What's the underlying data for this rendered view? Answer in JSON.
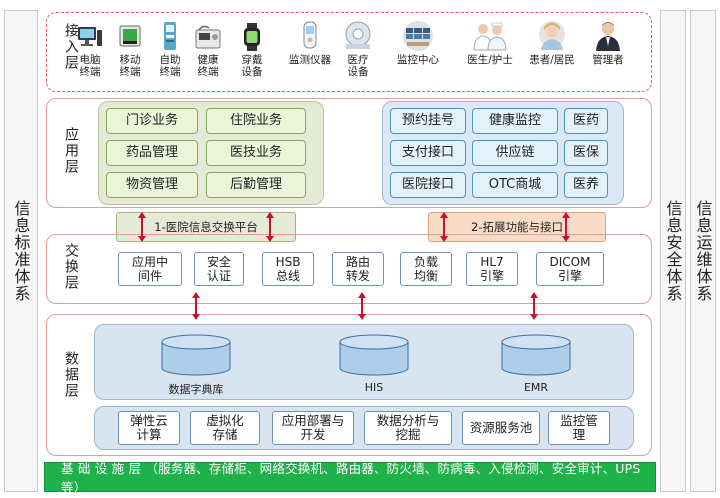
{
  "side_columns": {
    "left": "信息标准体系",
    "right_security": "信息安全体系",
    "right_ops": "信息运维体系"
  },
  "access_layer": {
    "title": "接入层",
    "terminals": [
      {
        "label": "电脑\n终端",
        "icon": "desktop-computer-icon"
      },
      {
        "label": "移动\n终端",
        "icon": "mobile-terminal-icon"
      },
      {
        "label": "自助\n终端",
        "icon": "kiosk-icon"
      },
      {
        "label": "健康\n终端",
        "icon": "health-device-icon"
      },
      {
        "label": "穿戴\n设备",
        "icon": "smartwatch-icon"
      },
      {
        "label": "监测仪器",
        "icon": "monitor-instrument-icon"
      },
      {
        "label": "医疗\n设备",
        "icon": "medical-scanner-icon"
      },
      {
        "label": "监控中心",
        "icon": "control-center-icon"
      },
      {
        "label": "医生/护士",
        "icon": "doctor-nurse-icon"
      },
      {
        "label": "患者/居民",
        "icon": "patient-icon"
      },
      {
        "label": "管理者",
        "icon": "manager-icon"
      }
    ]
  },
  "application_layer": {
    "title": "应用层",
    "hospital_services": [
      "门诊业务",
      "住院业务",
      "药品管理",
      "医技业务",
      "物资管理",
      "后勤管理"
    ],
    "extended_services": [
      "预约挂号",
      "健康监控",
      "医药",
      "支付接口",
      "供应链",
      "医保",
      "医院接口",
      "OTC商城",
      "医养"
    ]
  },
  "exchange_bars": {
    "left": "1-医院信息交换平台",
    "right": "2-拓展功能与接口"
  },
  "exchange_layer": {
    "title": "交换层",
    "items": [
      "应用中\n间件",
      "安全\n认证",
      "HSB\n总线",
      "路由\n转发",
      "负载\n均衡",
      "HL7\n引擎",
      "DICOM\n引擎"
    ]
  },
  "data_layer": {
    "title": "数据层",
    "databases": [
      "数据字典库",
      "HIS",
      "EMR"
    ],
    "capabilities": [
      "弹性云\n计算",
      "虚拟化\n存储",
      "应用部署与\n开发",
      "数据分析与\n挖掘",
      "资源服务池",
      "监控管\n理"
    ]
  },
  "infrastructure": {
    "label": "基 础 设 施 层 （服务器、存储柜、网络交换机、路由器、防火墙、防病毒、入侵检测、安全审计、UPS等）"
  },
  "colors": {
    "layer_border": "#e39b9b",
    "green_panel": "#e4ead6",
    "blue_panel": "#dce8f3",
    "infra_green": "#1fb14a",
    "arrow_red": "#c8102e"
  }
}
